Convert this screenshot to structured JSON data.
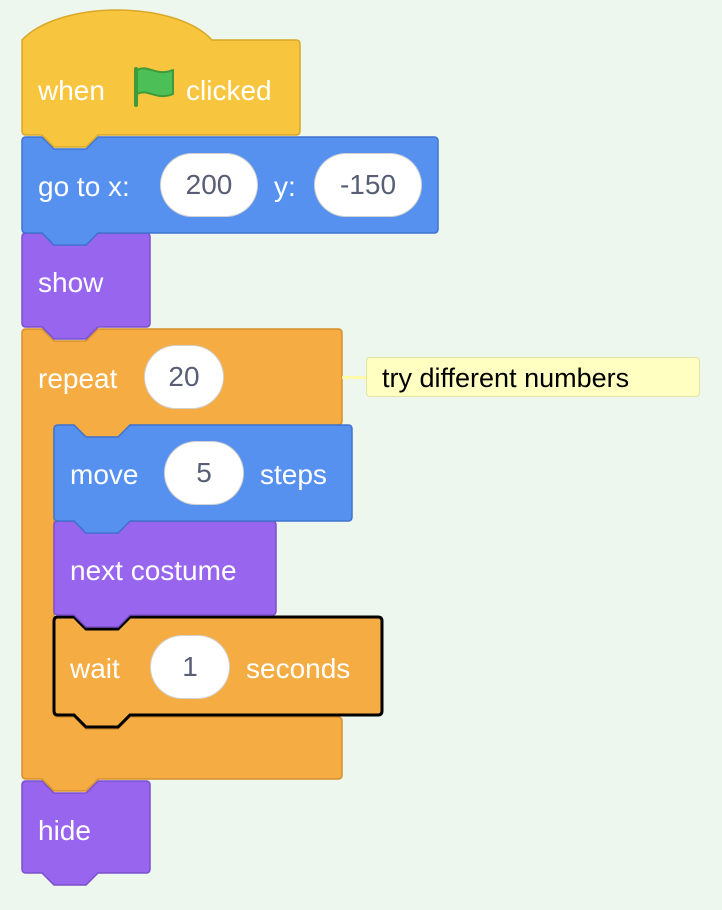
{
  "script": {
    "hat_block": {
      "word_before": "when",
      "icon": "green-flag-icon",
      "word_after": "clicked",
      "color": "#f7c53e"
    },
    "goto_block": {
      "label_x": "go to x:",
      "x_value": "200",
      "label_y": "y:",
      "y_value": "-150",
      "color": "#5691f0"
    },
    "show_block": {
      "label": "show",
      "color": "#9865ef"
    },
    "repeat_block": {
      "label": "repeat",
      "count": "20",
      "color": "#f5ad43",
      "comment": "try different numbers",
      "inner": {
        "move_block": {
          "label": "move",
          "steps": "5",
          "label_after": "steps"
        },
        "costume_block": {
          "label": "next costume"
        },
        "wait_block": {
          "label": "wait",
          "seconds": "1",
          "label_after": "seconds",
          "selected": true
        }
      }
    },
    "hide_block": {
      "label": "hide"
    }
  }
}
